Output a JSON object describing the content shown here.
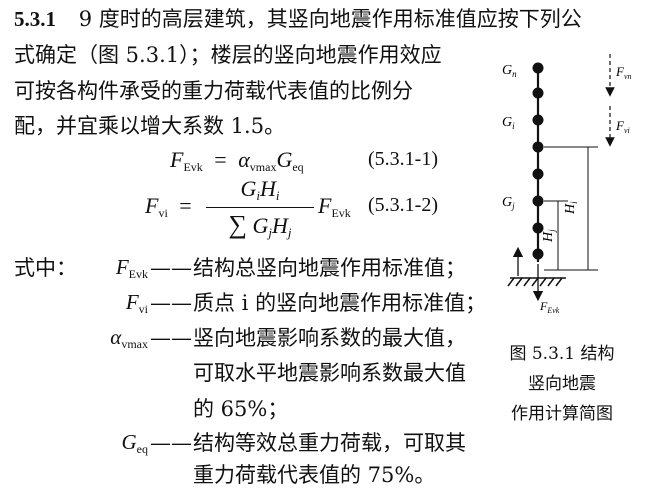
{
  "clause": {
    "number": "5.3.1",
    "lines": [
      "9 度时的高层建筑，其竖向地震作用标准值应按下列公",
      "式确定（图 5.3.1）；楼层的竖向地震作用效应",
      "可按各构件承受的重力荷载代表值的比例分",
      "配，并宜乘以增大系数 1.5。"
    ]
  },
  "equations": [
    {
      "lhs_symbol": "F",
      "lhs_sub": "Evk",
      "operator": "=",
      "rhs_symbol_1": "α",
      "rhs_sub_1": "vmax",
      "rhs_symbol_2": "G",
      "rhs_sub_2": "eq",
      "number": "(5.3.1-1)"
    },
    {
      "lhs_symbol": "F",
      "lhs_sub": "vi",
      "operator": "=",
      "numerator": {
        "a": "G",
        "a_sub": "i",
        "b": "H",
        "b_sub": "i"
      },
      "denominator": {
        "sum": "∑",
        "a": "G",
        "a_sub": "j",
        "b": "H",
        "b_sub": "j"
      },
      "factor": "F",
      "factor_sub": "Evk",
      "number": "(5.3.1-2)"
    }
  ],
  "where": {
    "lead": "式中：",
    "terms": [
      {
        "symbol": "F",
        "sub": "Evk",
        "dash": "——",
        "lines": [
          "结构总竖向地震作用标准值；"
        ]
      },
      {
        "symbol": "F",
        "sub": "vi",
        "dash": "——",
        "lines": [
          "质点 i 的竖向地震作用标准值；"
        ]
      },
      {
        "symbol": "α",
        "sub": "vmax",
        "dash": "——",
        "lines": [
          "竖向地震影响系数的最大值，",
          "可取水平地震影响系数最大值",
          "的 65%；"
        ]
      },
      {
        "symbol": "G",
        "sub": "eq",
        "dash": "——",
        "lines": [
          "结构等效总重力荷载，可取其",
          "重力荷载代表值的 75%。"
        ]
      }
    ]
  },
  "figure": {
    "labels": {
      "gn": "G",
      "gn_sub": "n",
      "gi": "G",
      "gi_sub": "i",
      "gj": "G",
      "gj_sub": "j",
      "fvn": "F",
      "fvn_sub": "vn",
      "fvi": "F",
      "fvi_sub": "vi",
      "hi": "H",
      "hi_sub": "i",
      "hj": "H",
      "hj_sub": "j",
      "fevk": "F",
      "fevk_sub": "Evk"
    },
    "caption_lines": [
      "图 5.3.1  结构",
      "竖向地震",
      "作用计算简图"
    ]
  }
}
